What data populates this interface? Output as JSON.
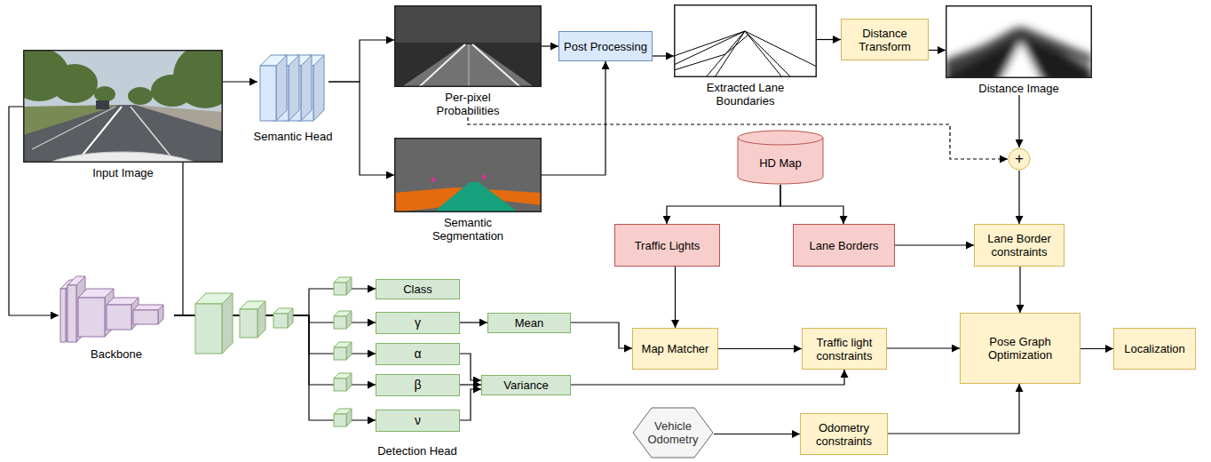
{
  "diagram": {
    "nodes": [
      {
        "text": [
          "Input Image"
        ]
      },
      {
        "text": [
          "Backbone"
        ]
      },
      {
        "text": [
          "Semantic Head"
        ]
      },
      {
        "text": [
          "Per-pixel Probabilities"
        ]
      },
      {
        "text": [
          "Semantic Segmentation"
        ]
      },
      {
        "text": [
          "Post Processing"
        ]
      },
      {
        "text": [
          "Extracted Lane Boundaries"
        ]
      },
      {
        "text": [
          "Distance Transform"
        ]
      },
      {
        "text": [
          "Distance Image"
        ]
      },
      {
        "text": [
          "+"
        ]
      },
      {
        "text": [
          "HD Map"
        ]
      },
      {
        "text": [
          "Traffic Lights"
        ]
      },
      {
        "text": [
          "Lane Borders"
        ]
      },
      {
        "text": [
          "Lane Border constraints"
        ]
      },
      {
        "text": [
          "Class"
        ]
      },
      {
        "text": [
          "γ"
        ]
      },
      {
        "text": [
          "α"
        ]
      },
      {
        "text": [
          "β"
        ]
      },
      {
        "text": [
          "ν"
        ]
      },
      {
        "text": [
          "Mean"
        ]
      },
      {
        "text": [
          "Variance"
        ]
      },
      {
        "text": [
          "Map Matcher"
        ]
      },
      {
        "text": [
          "Traffic light constraints"
        ]
      },
      {
        "text": [
          "Pose Graph Optimization"
        ]
      },
      {
        "text": [
          "Localization"
        ]
      },
      {
        "text": [
          "Vehicle Odometry"
        ]
      },
      {
        "text": [
          "Odometry constraints"
        ]
      }
    ],
    "edges": [
      {
        "from": 0,
        "to": 1,
        "arrow": "to"
      },
      {
        "from": 1,
        "to": 2,
        "arrow": "to"
      },
      {
        "from": 2,
        "to": 3,
        "arrow": "to"
      },
      {
        "from": 2,
        "to": 4,
        "arrow": "to"
      },
      {
        "from": 3,
        "to": 5,
        "arrow": "to"
      },
      {
        "from": 4,
        "to": 5,
        "arrow": "to"
      },
      {
        "from": 5,
        "to": 6,
        "arrow": "to"
      },
      {
        "from": 6,
        "to": 7,
        "arrow": "to"
      },
      {
        "from": 7,
        "to": 8,
        "arrow": "to"
      },
      {
        "from": 8,
        "to": 9,
        "arrow": "to"
      },
      {
        "from": 3,
        "to": 9,
        "arrow": "to"
      },
      {
        "from": 9,
        "to": 13,
        "arrow": "to"
      },
      {
        "from": 10,
        "to": 11,
        "arrow": "to"
      },
      {
        "from": 10,
        "to": 12,
        "arrow": "to"
      },
      {
        "from": 12,
        "to": 13,
        "arrow": "to"
      },
      {
        "from": 13,
        "to": 23,
        "arrow": "to"
      },
      {
        "from": 11,
        "to": 21,
        "arrow": "to"
      },
      {
        "from": 1,
        "to": 14,
        "arrow": "to"
      },
      {
        "from": 1,
        "to": 15,
        "arrow": "to"
      },
      {
        "from": 1,
        "to": 16,
        "arrow": "to"
      },
      {
        "from": 1,
        "to": 17,
        "arrow": "to"
      },
      {
        "from": 1,
        "to": 18,
        "arrow": "to"
      },
      {
        "from": 15,
        "to": 19,
        "arrow": "to"
      },
      {
        "from": 19,
        "to": 21,
        "arrow": "to"
      },
      {
        "from": 16,
        "to": 20,
        "arrow": "to"
      },
      {
        "from": 17,
        "to": 20,
        "arrow": "to"
      },
      {
        "from": 18,
        "to": 20,
        "arrow": "to"
      },
      {
        "from": 21,
        "to": 22,
        "arrow": "to"
      },
      {
        "from": 20,
        "to": 22,
        "arrow": "to"
      },
      {
        "from": 22,
        "to": 23,
        "arrow": "to"
      },
      {
        "from": 23,
        "to": 24,
        "arrow": "to"
      },
      {
        "from": 25,
        "to": 26,
        "arrow": "to"
      },
      {
        "from": 26,
        "to": 23,
        "arrow": "to"
      }
    ],
    "labels": [
      "Detection Head"
    ]
  }
}
